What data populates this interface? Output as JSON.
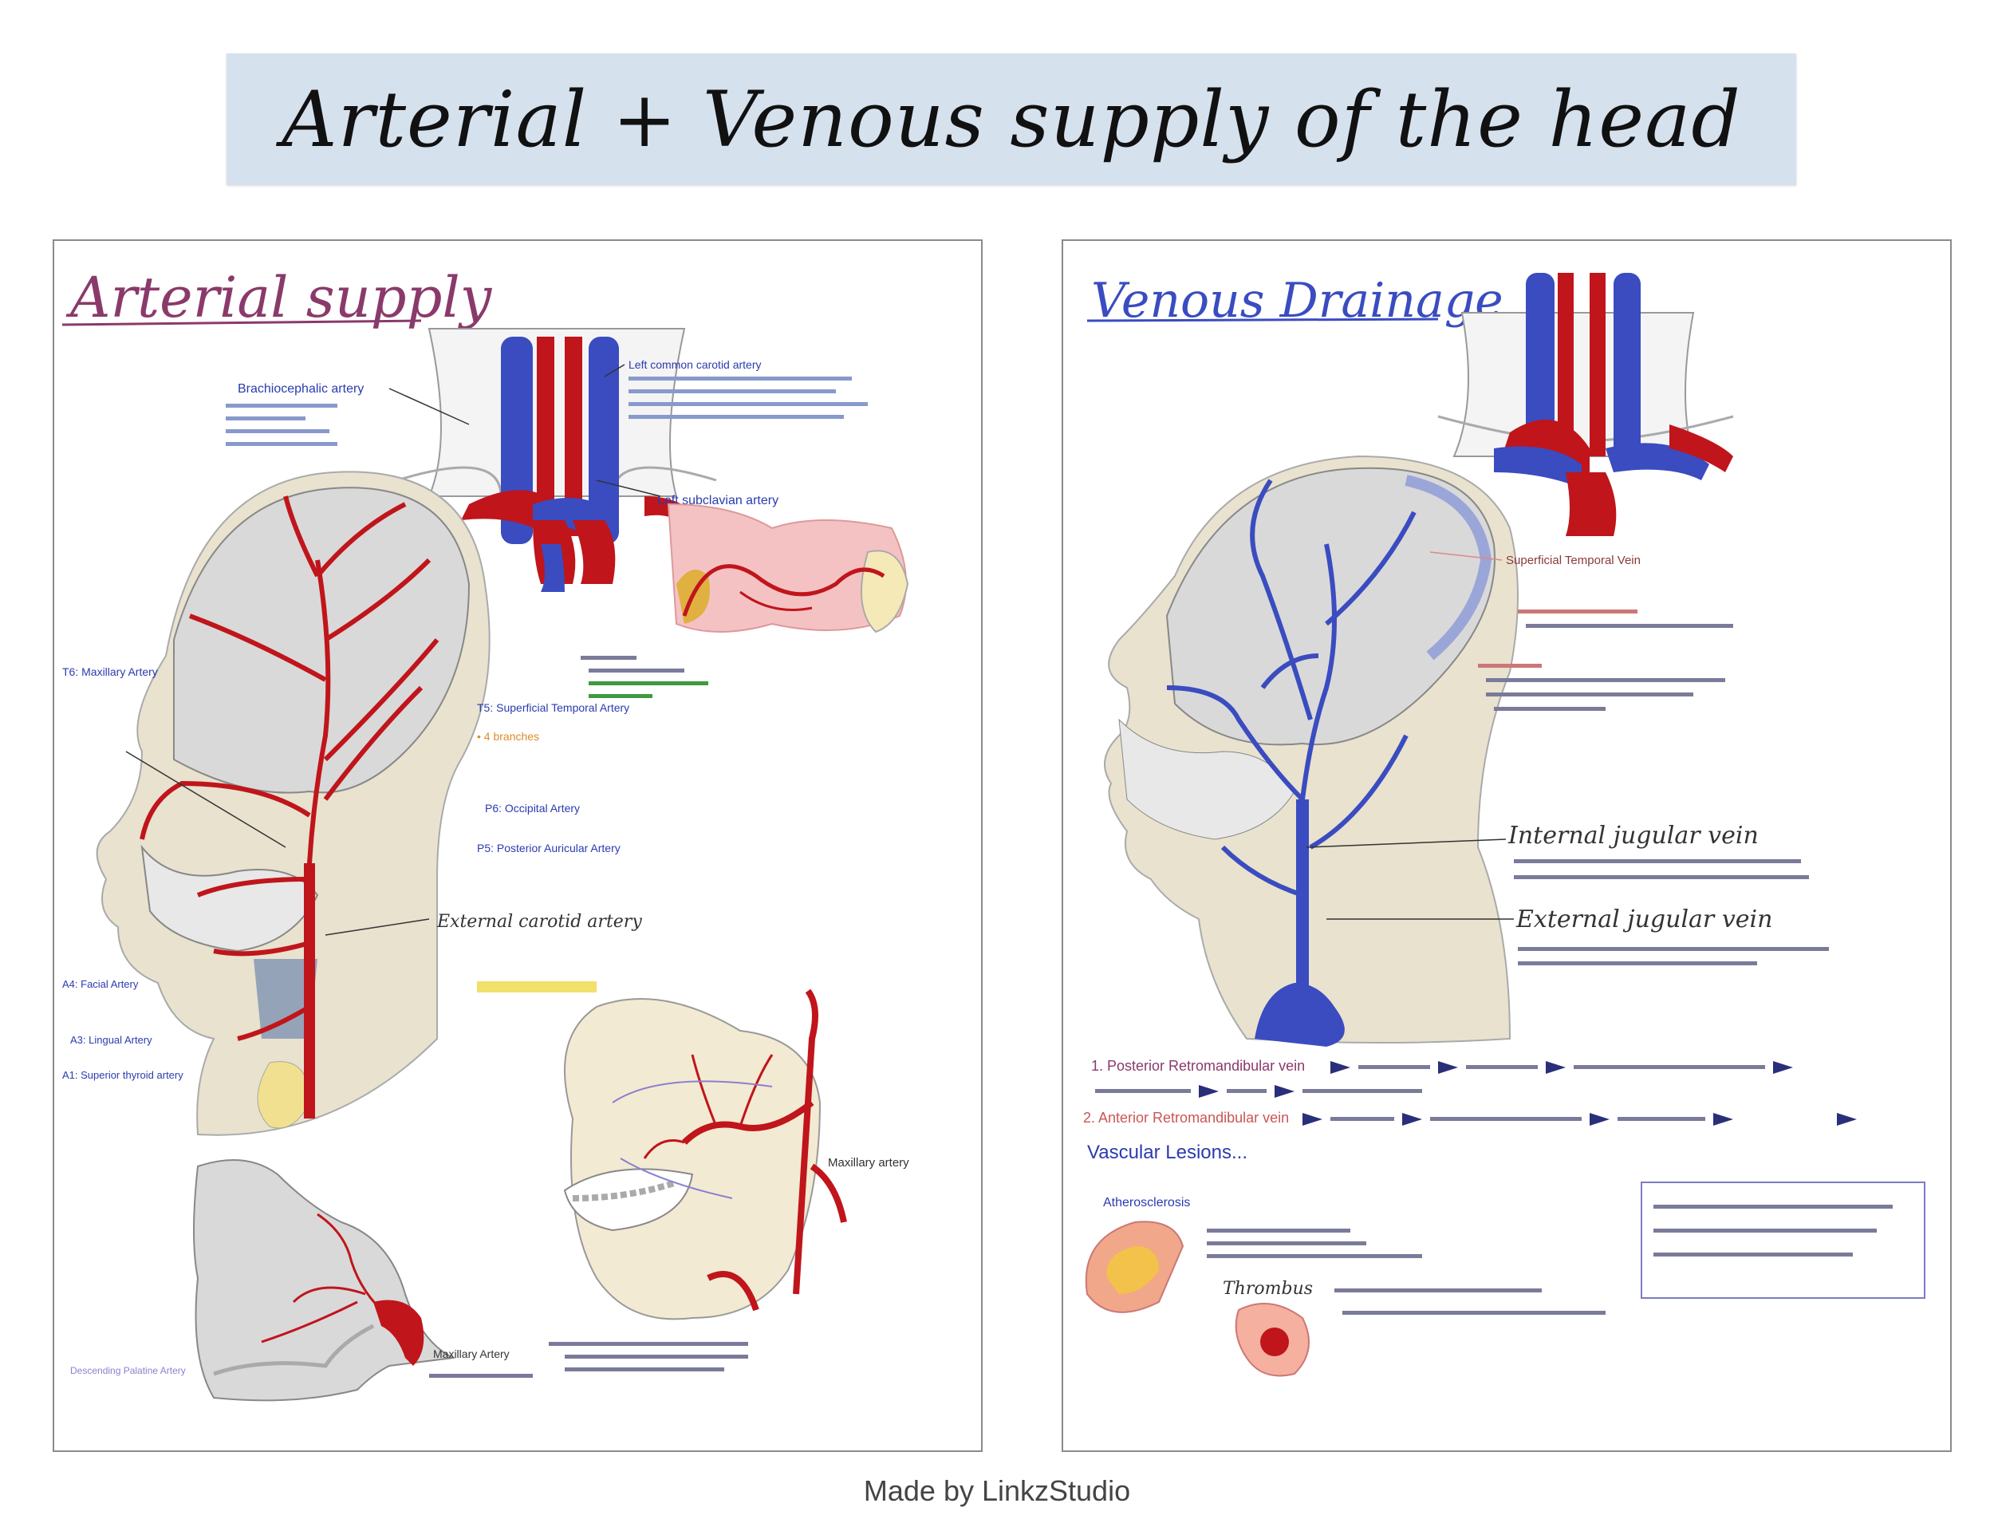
{
  "title": "Arterial + Venous supply of the head",
  "footer": "Made by LinkzStudio",
  "colors": {
    "banner": "#d6e1ee",
    "artery": "#c0151b",
    "vein": "#3a4cc0",
    "skin": "#e8e2cf",
    "skull": "#d9d9d9",
    "label_blue": "#2a3bb0",
    "label_purple": "#8a3a6a",
    "label_orange": "#e08a2a",
    "label_green": "#3f9a3f"
  },
  "arterial": {
    "heading": "Arterial supply",
    "labels": {
      "left_common_carotid": "Left common carotid artery",
      "brachiocephalic": "Brachiocephalic artery",
      "left_subclavian": "Left subclavian artery",
      "maxillary_top": "T6: Maxillary Artery",
      "superficial_temporal": "T5: Superficial Temporal Artery",
      "two_branches": "• 4 branches",
      "occipital": "P6: Occipital Artery",
      "posterior_auricular": "P5: Posterior Auricular Artery",
      "external_carotid": "External carotid artery",
      "facial": "A4: Facial Artery",
      "lingual": "A3: Lingual Artery",
      "superior_thyroid": "A1: Superior thyroid artery",
      "maxillary_lower": "Maxillary artery",
      "maxillary_bottom": "Maxillary Artery",
      "descending_palatine": "Descending Palatine Artery"
    }
  },
  "venous": {
    "heading": "Venous Drainage",
    "labels": {
      "superficial_temporal_vein": "Superficial Temporal Vein",
      "internal_jugular": "Internal jugular vein",
      "external_jugular": "External jugular vein",
      "vascular_lesions": "Vascular Lesions...",
      "atherosclerosis": "Atherosclerosis",
      "thrombus": "Thrombus"
    },
    "chains": [
      "1. Posterior Retromandibular vein",
      "2. Anterior Retromandibular vein"
    ]
  }
}
